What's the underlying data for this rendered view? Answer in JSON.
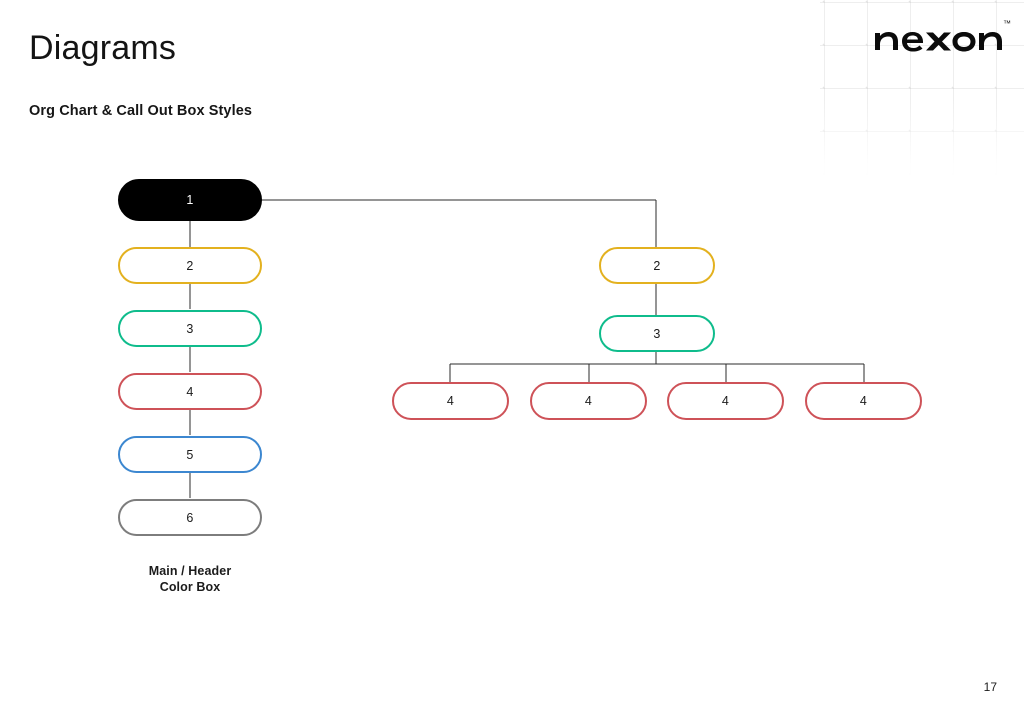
{
  "page": {
    "title": "Diagrams",
    "subtitle": "Org Chart & Call Out Box Styles",
    "number": "17"
  },
  "brand": {
    "logo_name": "nexon-logo",
    "logo_text": "nexon",
    "trademark": "™"
  },
  "legend": {
    "line1": "Main / Header",
    "line2": "Color Box"
  },
  "colors": {
    "black": "#000000",
    "gold": "#E3B11F",
    "teal": "#0FBC8C",
    "red": "#CE5258",
    "blue": "#3C87D0",
    "gray": "#7D7D7D",
    "connector": "#2B2B2B",
    "text": "#1b1b1b"
  },
  "left_column": {
    "caption": "Main / Header Color Box",
    "nodes": [
      {
        "label": "1",
        "color_key": "black",
        "style": "filled"
      },
      {
        "label": "2",
        "color_key": "gold",
        "style": "outline"
      },
      {
        "label": "3",
        "color_key": "teal",
        "style": "outline"
      },
      {
        "label": "4",
        "color_key": "red",
        "style": "outline"
      },
      {
        "label": "5",
        "color_key": "blue",
        "style": "outline"
      },
      {
        "label": "6",
        "color_key": "gray",
        "style": "outline"
      }
    ]
  },
  "right_tree": {
    "level2": {
      "label": "2",
      "color_key": "gold",
      "style": "outline"
    },
    "level3": {
      "label": "3",
      "color_key": "teal",
      "style": "outline"
    },
    "leaves": [
      {
        "label": "4",
        "color_key": "red",
        "style": "outline"
      },
      {
        "label": "4",
        "color_key": "red",
        "style": "outline"
      },
      {
        "label": "4",
        "color_key": "red",
        "style": "outline"
      },
      {
        "label": "4",
        "color_key": "red",
        "style": "outline"
      }
    ]
  }
}
